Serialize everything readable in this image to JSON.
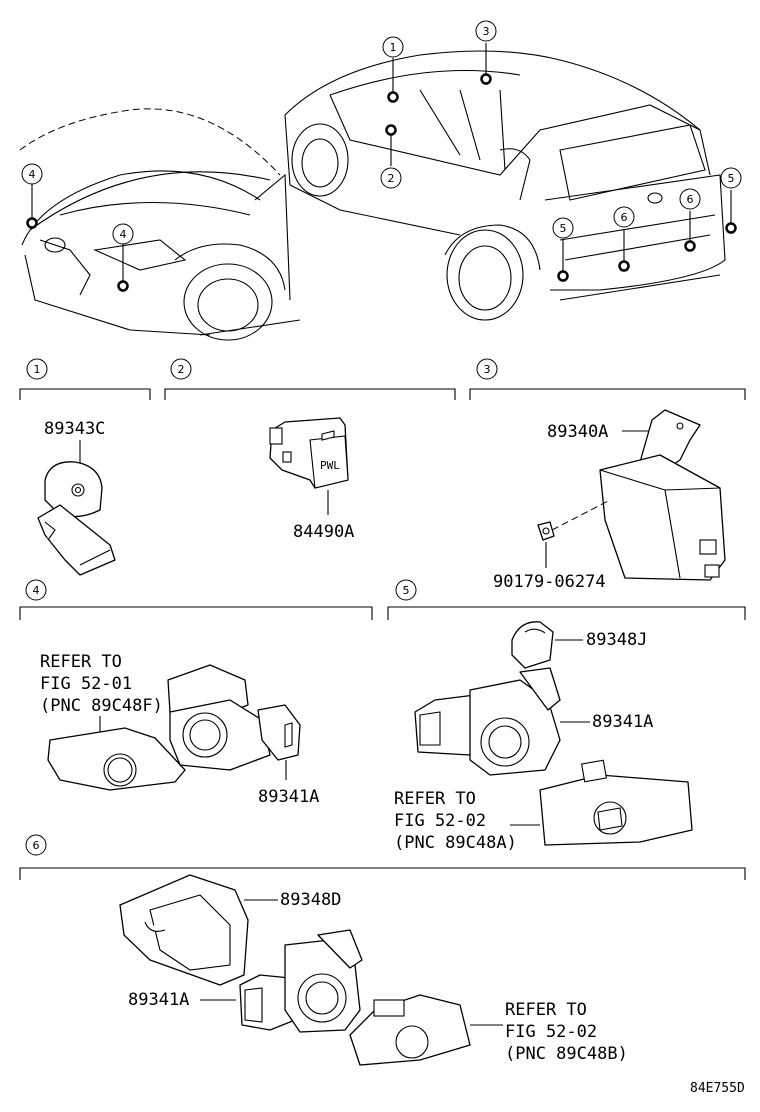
{
  "diagram_id": "84E755D",
  "callouts": [
    "1",
    "2",
    "3",
    "4",
    "5",
    "6"
  ],
  "sections": {
    "s1": {
      "number": "1",
      "part": "89343C"
    },
    "s2": {
      "number": "2",
      "part": "84490A",
      "switch_text": "PWL"
    },
    "s3": {
      "number": "3",
      "part": "89340A",
      "bolt": "90179-06274"
    },
    "s4": {
      "number": "4",
      "part": "89341A",
      "ref1": "REFER TO",
      "ref2": "FIG 52-01",
      "ref3": "(PNC 89C48F)"
    },
    "s5": {
      "number": "5",
      "part_cover": "89348J",
      "part": "89341A",
      "ref1": "REFER TO",
      "ref2": "FIG 52-02",
      "ref3": "(PNC 89C48A)"
    },
    "s6": {
      "number": "6",
      "part_cover": "89348D",
      "part": "89341A",
      "ref1": "REFER TO",
      "ref2": "FIG 52-02",
      "ref3": "(PNC 89C48B)"
    }
  }
}
